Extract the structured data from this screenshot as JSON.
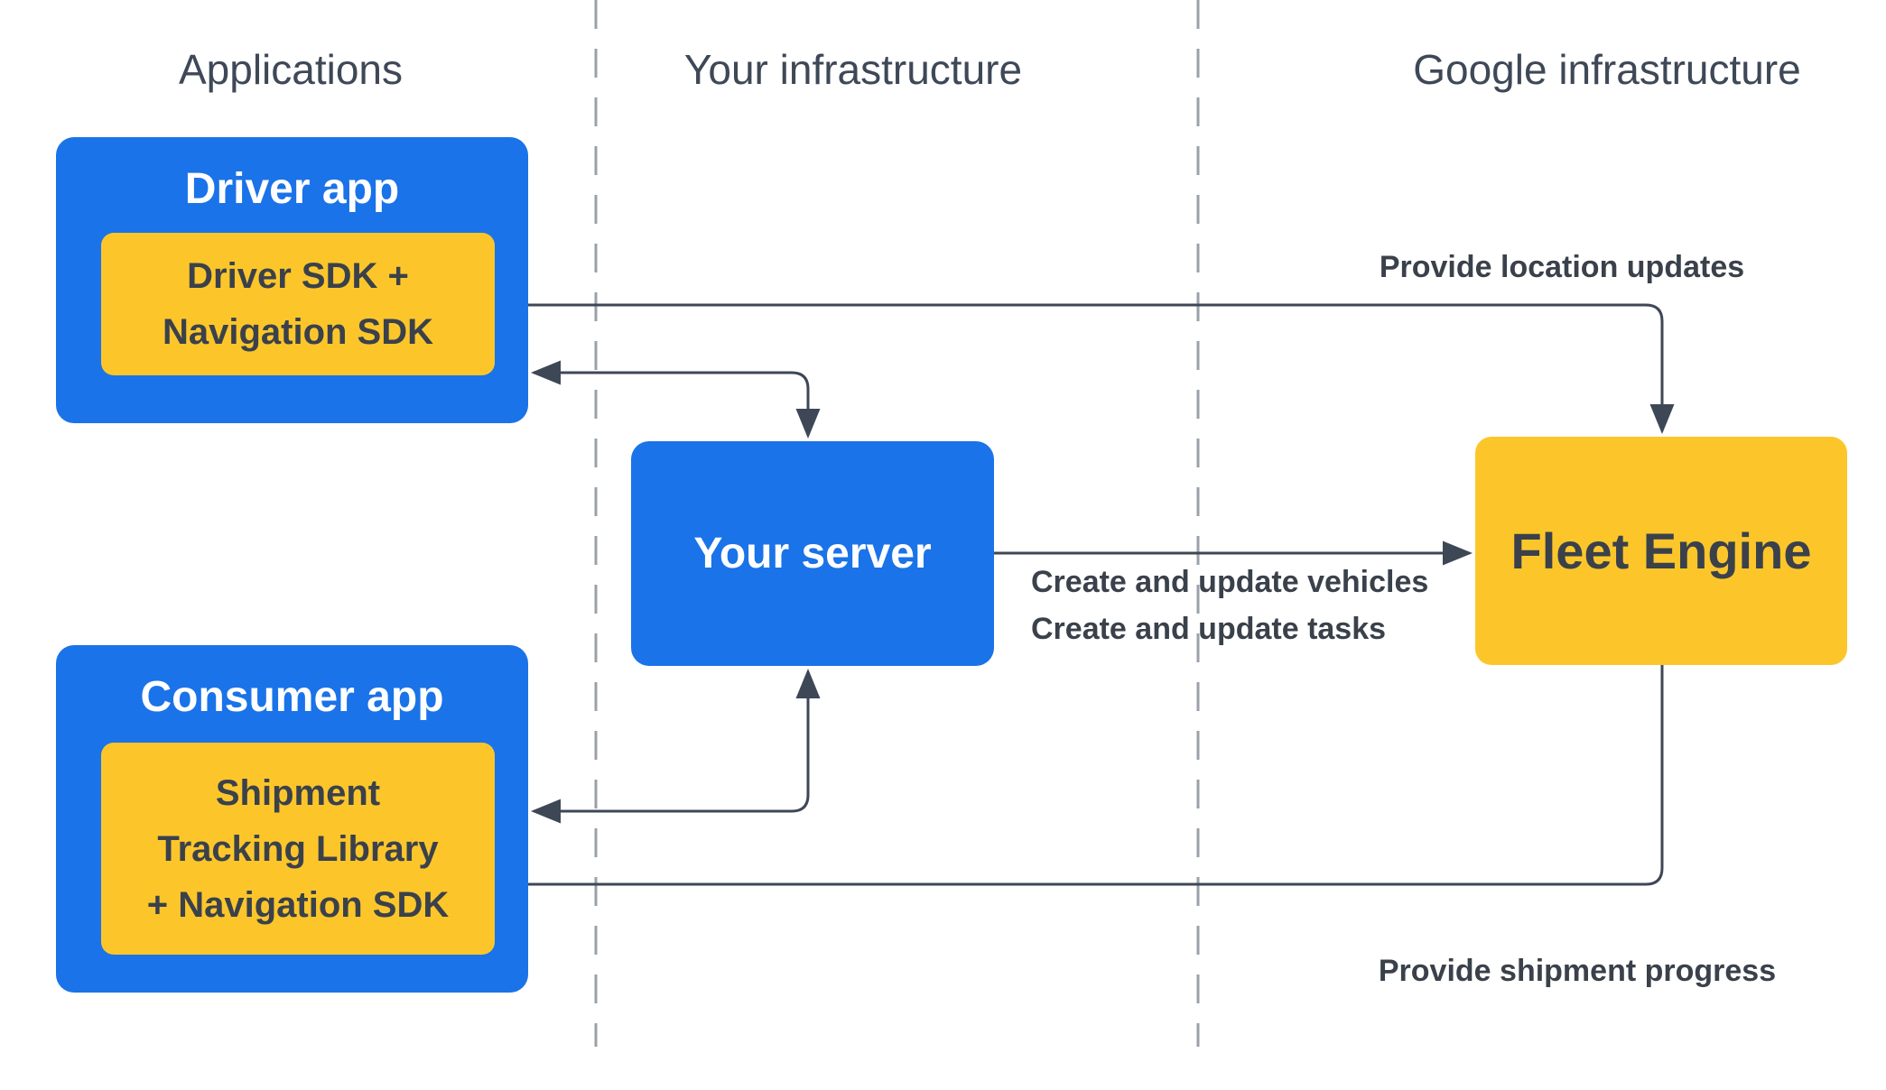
{
  "columns": [
    {
      "label": "Applications"
    },
    {
      "label": "Your infrastructure"
    },
    {
      "label": "Google infrastructure"
    }
  ],
  "nodes": {
    "driver_app": {
      "title": "Driver app",
      "sdk_lines": [
        "Driver SDK +",
        "Navigation SDK"
      ]
    },
    "your_server": {
      "title": "Your server"
    },
    "fleet_engine": {
      "title": "Fleet Engine"
    },
    "consumer_app": {
      "title": "Consumer app",
      "sdk_lines": [
        "Shipment",
        "Tracking Library",
        "+ Navigation SDK"
      ]
    }
  },
  "edges": {
    "provide_location_updates": {
      "label": "Provide location updates"
    },
    "server_to_fleet": {
      "label_lines": [
        "Create and update vehicles",
        "Create and update tasks"
      ]
    },
    "provide_shipment_progress": {
      "label": "Provide shipment progress"
    }
  },
  "colors": {
    "box_blue": "#1A73E8",
    "box_yellow": "#FCC62B",
    "connector": "#3E4756",
    "dashed_divider": "#9AA1A8",
    "header_text": "#3E4857",
    "label_text": "#3A414B",
    "white_text": "#FFFFFF"
  }
}
